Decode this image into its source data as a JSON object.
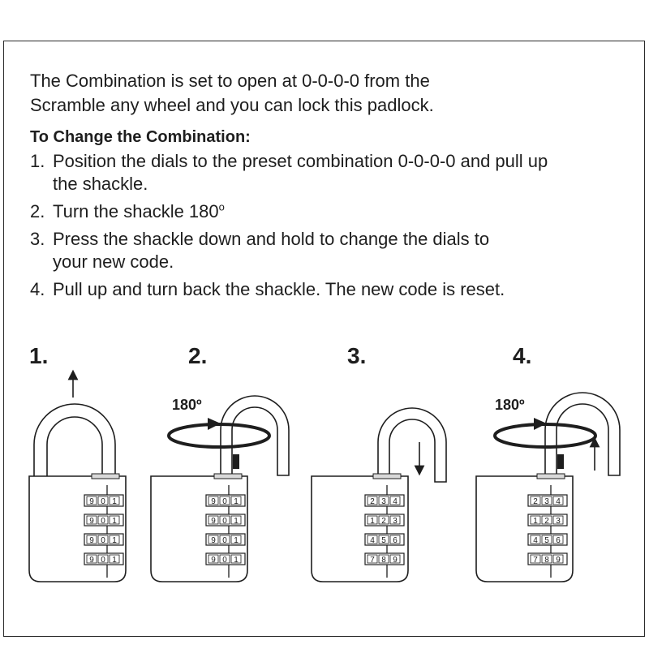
{
  "intro": {
    "line1": "The Combination is set to open at 0-0-0-0 from the",
    "line2": "Scramble any wheel and you can lock this padlock."
  },
  "heading": "To Change the Combination:",
  "steps": [
    {
      "num": "1.",
      "line1": "Position the dials to the preset combination 0-0-0-0 and pull up",
      "line2": "the shackle."
    },
    {
      "num": "2.",
      "text": "Turn the shackle 180",
      "sup": "o"
    },
    {
      "num": "3.",
      "line1": "Press the shackle down and hold to change the dials to",
      "line2": "your new code."
    },
    {
      "num": "4.",
      "text": "Pull up and turn back the shackle. The new code is reset."
    }
  ],
  "figures": [
    {
      "label": "1.",
      "rotation": "",
      "dials": [
        [
          "9",
          "0",
          "1"
        ],
        [
          "9",
          "0",
          "1"
        ],
        [
          "9",
          "0",
          "1"
        ],
        [
          "9",
          "0",
          "1"
        ]
      ]
    },
    {
      "label": "2.",
      "rotation": "180º",
      "dials": [
        [
          "9",
          "0",
          "1"
        ],
        [
          "9",
          "0",
          "1"
        ],
        [
          "9",
          "0",
          "1"
        ],
        [
          "9",
          "0",
          "1"
        ]
      ]
    },
    {
      "label": "3.",
      "rotation": "",
      "dials": [
        [
          "2",
          "3",
          "4"
        ],
        [
          "1",
          "2",
          "3"
        ],
        [
          "4",
          "5",
          "6"
        ],
        [
          "7",
          "8",
          "9"
        ]
      ]
    },
    {
      "label": "4.",
      "rotation": "180º",
      "dials": [
        [
          "2",
          "3",
          "4"
        ],
        [
          "1",
          "2",
          "3"
        ],
        [
          "4",
          "5",
          "6"
        ],
        [
          "7",
          "8",
          "9"
        ]
      ]
    }
  ]
}
